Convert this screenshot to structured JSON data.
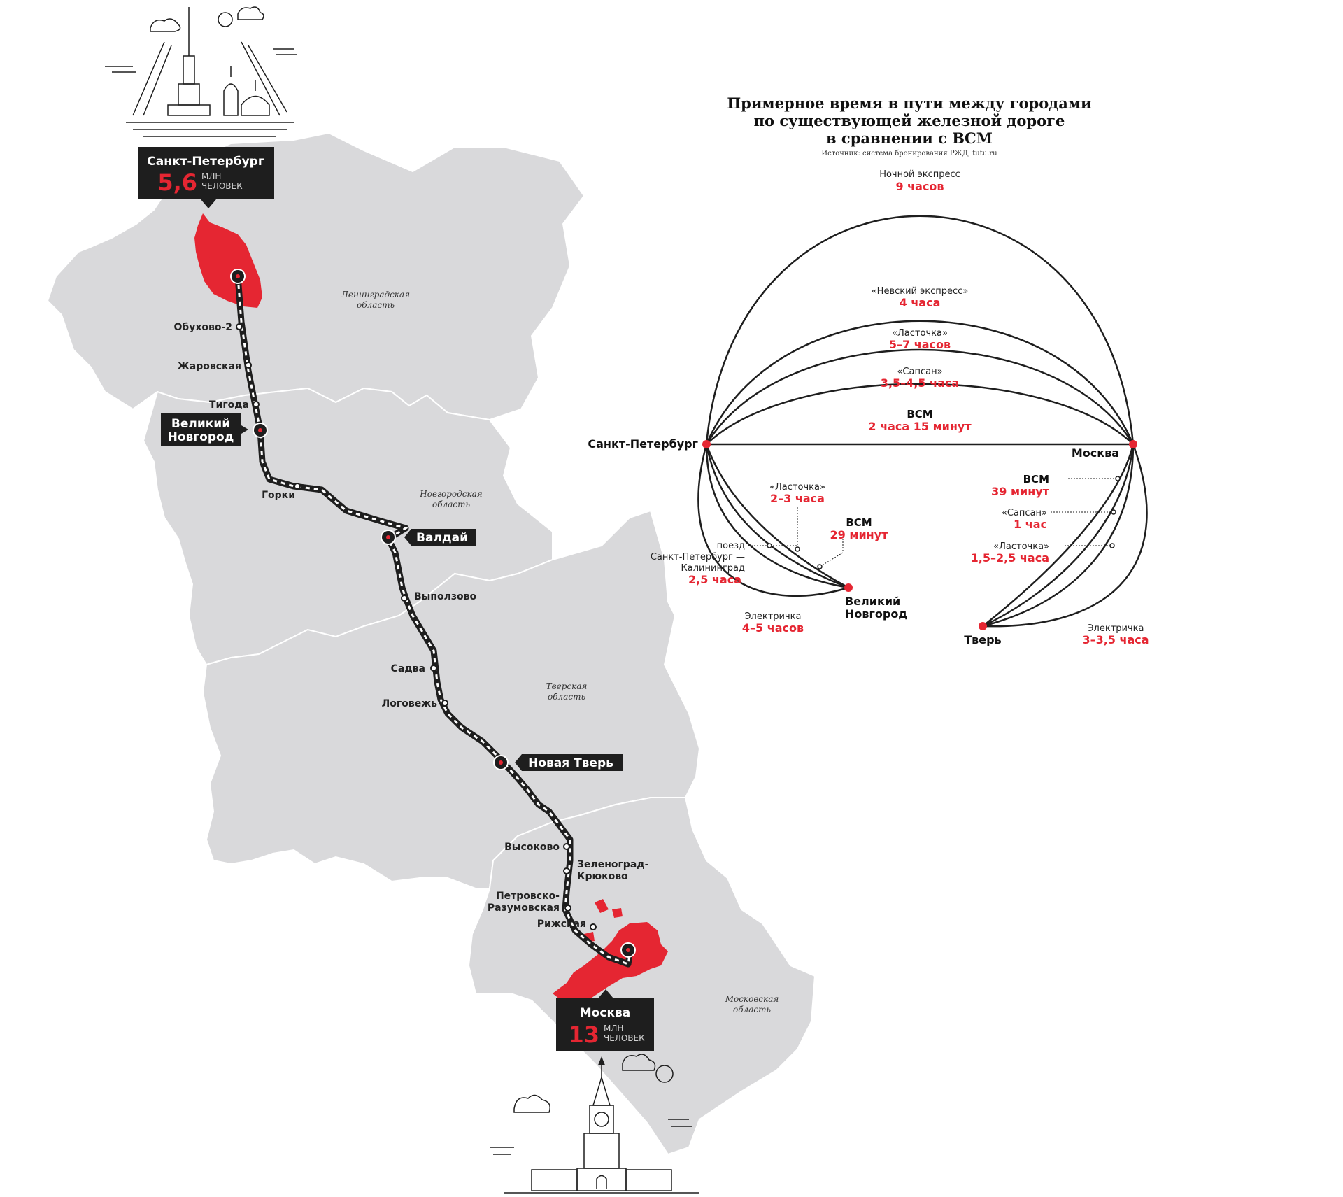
{
  "title": {
    "line1": "Примерное время в пути между городами",
    "line2": "по существующей железной дороге",
    "line3": "в сравнении с ВСМ",
    "source": "Источник: система бронирования РЖД, tutu.ru"
  },
  "colors": {
    "accent": "#e52632",
    "land": "#d9d9db",
    "border": "#ffffff",
    "dark": "#1e1e1e"
  },
  "icons": {
    "top": "spb-skyline-icon",
    "bottom": "kremlin-tower-icon"
  },
  "map": {
    "regions": [
      "Ленинградская",
      "область",
      "Новгородская",
      "область",
      "Тверская",
      "область",
      "Московская",
      "область"
    ],
    "callouts": {
      "spb": {
        "name": "Санкт-Петербург",
        "pop": "5,6",
        "unit1": "МЛН",
        "unit2": "ЧЕЛОВЕК"
      },
      "msk": {
        "name": "Москва",
        "pop": "13",
        "unit1": "МЛН",
        "unit2": "ЧЕЛОВЕК"
      }
    },
    "major_stations": {
      "novgorod_1": "Великий",
      "novgorod_2": "Новгород",
      "valdai": "Валдай",
      "novaya_tver": "Новая Тверь"
    },
    "stations": {
      "obukhovo": "Обухово-2",
      "zharovskaya": "Жаровская",
      "tigoda": "Тигода",
      "gorki": "Горки",
      "vypolzovo": "Выползово",
      "sadva": "Садва",
      "logovezh": "Логовежь",
      "vysokovo": "Высоково",
      "zelenograd_1": "Зеленоград-",
      "zelenograd_2": "Крюково",
      "petrovsko_1": "Петровско-",
      "petrovsko_2": "Разумовская",
      "rizhskaya": "Рижская"
    }
  },
  "diagram": {
    "cities": {
      "spb": "Санкт-Петербург",
      "msk": "Москва",
      "novgorod_1": "Великий",
      "novgorod_2": "Новгород",
      "tver": "Тверь"
    },
    "spb_msk": [
      {
        "name": "Ночной экспресс",
        "time": "9 часов"
      },
      {
        "name": "«Невский экспресс»",
        "time": "4 часа"
      },
      {
        "name": "«Ласточка»",
        "time": "5–7 часов"
      },
      {
        "name": "«Сапсан»",
        "time": "3,5–4,5 часа"
      },
      {
        "name": "ВСМ",
        "time": "2 часа 15 минут"
      }
    ],
    "spb_novgorod": {
      "lastochka": {
        "name": "«Ласточка»",
        "time": "2–3 часа"
      },
      "vsm": {
        "name": "ВСМ",
        "time": "29 минут"
      },
      "train": {
        "l1": "поезд",
        "l2": "Санкт-Петербург —",
        "l3": "Калининград",
        "time": "2,5 часа"
      },
      "elektrichka": {
        "name": "Электричка",
        "time": "4–5 часов"
      }
    },
    "msk_tver": {
      "vsm": {
        "name": "ВСМ",
        "time": "39 минут"
      },
      "sapsan": {
        "name": "«Сапсан»",
        "time": "1 час"
      },
      "lastochka": {
        "name": "«Ласточка»",
        "time": "1,5–2,5 часа"
      },
      "elektrichka": {
        "name": "Электричка",
        "time": "3–3,5 часа"
      }
    }
  }
}
